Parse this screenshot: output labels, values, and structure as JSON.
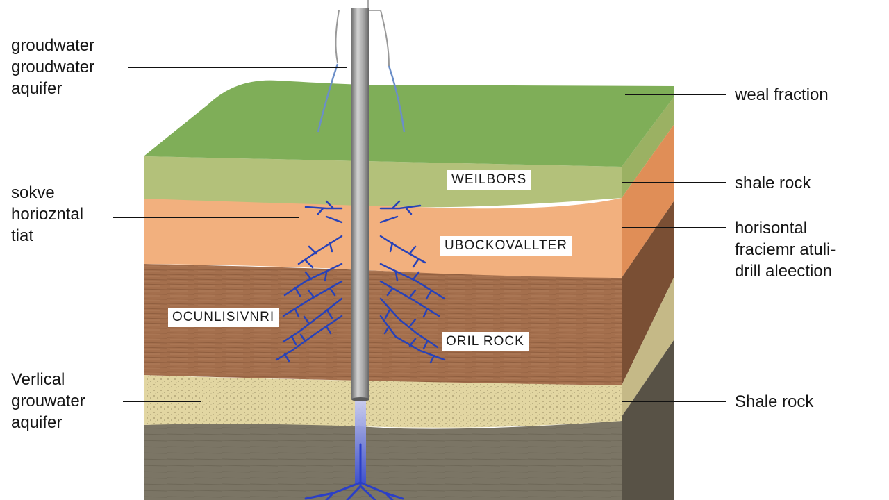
{
  "labels": {
    "left_top": "groudwater\ngroudwater\naquifer",
    "left_mid": "sokve\nhoriozntal\ntiat",
    "left_bottom": "Verlical\ngrouwater\naquifer",
    "right_1": "weal fraction",
    "right_2": "shale rock",
    "right_3": "horisontal\nfraciemr atuli-\ndrill aleection",
    "right_4": "Shale rock"
  },
  "tags": {
    "wellbore": "WEILBORS",
    "uboc": "UBOCKOVALLTER",
    "ocun": "OCUNLISIVNRI",
    "oril": "ORIL ROCK"
  },
  "colors": {
    "surface_green": "#7fae58",
    "light_green": "#b3c17a",
    "peach": "#f2b07e",
    "brown": "#a46f4d",
    "sand": "#e2d6a2",
    "gray": "#7b7565",
    "fracture_blue": "#2842b8",
    "pipe_gray": "#9c9c9c"
  }
}
